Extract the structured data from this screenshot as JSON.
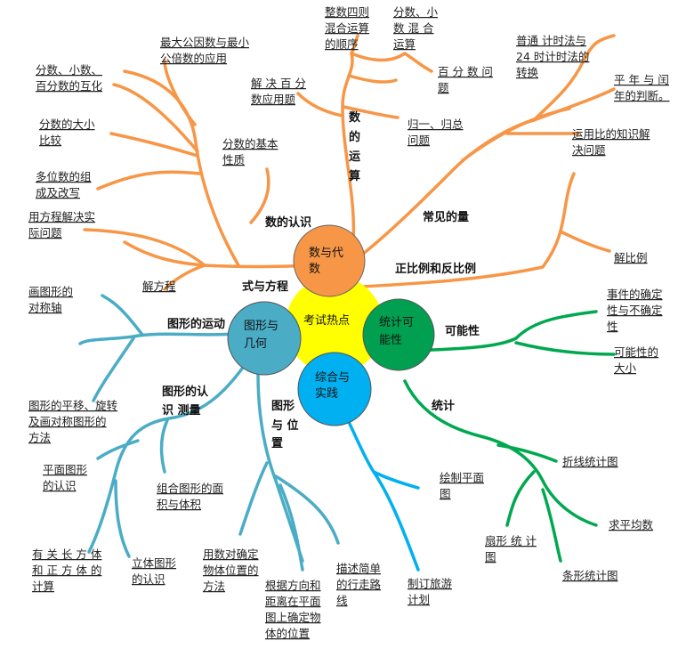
{
  "center": {
    "label": "考试热点",
    "color": "#ffff00"
  },
  "hubs": {
    "algebra": {
      "label": [
        "数与代",
        "数"
      ],
      "color": "#f79646"
    },
    "geometry": {
      "label": [
        "图形与",
        "几何"
      ],
      "color": "#4bacc6"
    },
    "stats": {
      "label": [
        "统计可",
        "能性"
      ],
      "color": "#00a050"
    },
    "practice": {
      "label": [
        "综合与",
        "实践"
      ],
      "color": "#00b0f0"
    }
  },
  "branch_colors": {
    "algebra": "#f79646",
    "geometry": "#4bacc6",
    "stats": "#00a84f",
    "practice": "#00b0f0"
  },
  "categories": {
    "num_concept": "数的认识",
    "equation": "式与方程",
    "num_ops": [
      "数",
      "的",
      "运",
      "算"
    ],
    "quantities": "常见的量",
    "ratio": "正比例和反比例",
    "shape_motion": "图形的运动",
    "shape_measure": [
      "图形的认",
      "识 测量"
    ],
    "shape_position": [
      "图形",
      "与 位",
      "置"
    ],
    "probability": "可能性",
    "statistics": "统计"
  },
  "leaves": {
    "gcd_lcm": [
      "最大公因数与最小",
      "公倍数的应用"
    ],
    "frac_dec_pct": [
      "分数、小数、",
      "百分数的互化"
    ],
    "frac_compare": [
      "分数的大小",
      "比较"
    ],
    "approx": [
      "多位数的组",
      "成及改写"
    ],
    "frac_basic": [
      "分数的基本",
      "性质"
    ],
    "eq_problems": [
      "用方程解决实",
      "际问题"
    ],
    "solve_eq": [
      "解方程"
    ],
    "int_order": [
      "整数四则",
      "混合运算",
      "的顺序"
    ],
    "frac_mixed": [
      "分数、小",
      "数 混 合",
      "运算"
    ],
    "pct_solve": [
      "解 决 百 分",
      "数应用题"
    ],
    "pct_prob": [
      "百 分 数 问",
      "题"
    ],
    "reduce": [
      "归一、归总",
      "问题"
    ],
    "time12": [
      "普通 计时法与",
      "24 时计时法的",
      "转换"
    ],
    "leap": [
      "平 年 与 闰",
      "年的判断。"
    ],
    "ratio_app": [
      "运用比的知识解",
      "决问题"
    ],
    "ratio_solve": [
      "解比例"
    ],
    "sym_axis": [
      "画图形的",
      "对称轴"
    ],
    "translate": [
      "图形的平移、旋转",
      "及画对称图形的",
      "方法"
    ],
    "plane": [
      "平面图形",
      "的认识"
    ],
    "combo": [
      "组合图形的面",
      "积与体积"
    ],
    "cuboid": [
      "有 关 长 方 体",
      "和 正 方 体 的",
      "计算"
    ],
    "solid": [
      "立体图形",
      "的认识"
    ],
    "num_pair": [
      "用数对确定",
      "物体位置的",
      "方法"
    ],
    "dir_dist": [
      "根据方向和",
      "距离在平面",
      "图上确定物",
      "体的位置"
    ],
    "route": [
      "描述简单",
      "的行走路",
      "线"
    ],
    "certainty": [
      "事件的确定",
      "性与不确定",
      "性"
    ],
    "poss_size": [
      "可能性的",
      "大小"
    ],
    "line_chart": [
      "折线统计图"
    ],
    "average": [
      "求平均数"
    ],
    "pie": [
      "扇形 统 计",
      "图"
    ],
    "bar": [
      "条形统计图"
    ],
    "plan_draw": [
      "绘制平面",
      "图"
    ],
    "trip": [
      "制订旅游",
      "计划"
    ]
  }
}
